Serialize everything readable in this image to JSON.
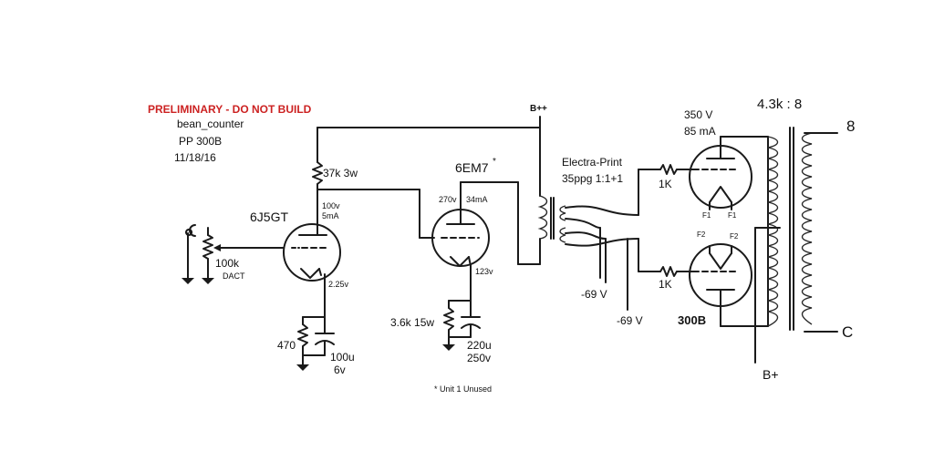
{
  "header": {
    "warning": "PRELIMINARY - DO NOT BUILD",
    "author": "bean_counter",
    "project": "PP 300B",
    "date": "11/18/16"
  },
  "colors": {
    "warning": "#cc2222",
    "ink": "#1a1a1a"
  },
  "labels": {
    "bpp": "B++",
    "r_plate1": "37k 3w",
    "tube1": "6J5GT",
    "tube1_plate": "100v",
    "tube1_current": "5mA",
    "tube1_cathode": "2.25v",
    "pot": "100k",
    "pot_type": "DACT",
    "r_k1": "470",
    "c_k1_val": "100u",
    "c_k1_volt": "6v",
    "tube2": "6EM7",
    "tube2_asterisk": "*",
    "tube2_plate": "270v",
    "tube2_current": "34mA",
    "tube2_cathode": "123v",
    "r_k2": "3.6k 15w",
    "c_k2_val": "220u",
    "c_k2_volt": "250v",
    "note": "*  Unit 1 Unused",
    "it_name": "Electra-Print",
    "it_ratio": "35ppg 1:1+1",
    "bias1": "-69 V",
    "bias2": "-69 V",
    "grid_r1": "1K",
    "grid_r2": "1K",
    "out_tube_v": "350 V",
    "out_tube_i": "85 mA",
    "f1a": "F1",
    "f1b": "F1",
    "f2a": "F2",
    "f2b": "F2",
    "out_tube": "300B",
    "ot_ratio": "4.3k  :  8",
    "out8": "8",
    "outC": "C",
    "bplus": "B+"
  }
}
